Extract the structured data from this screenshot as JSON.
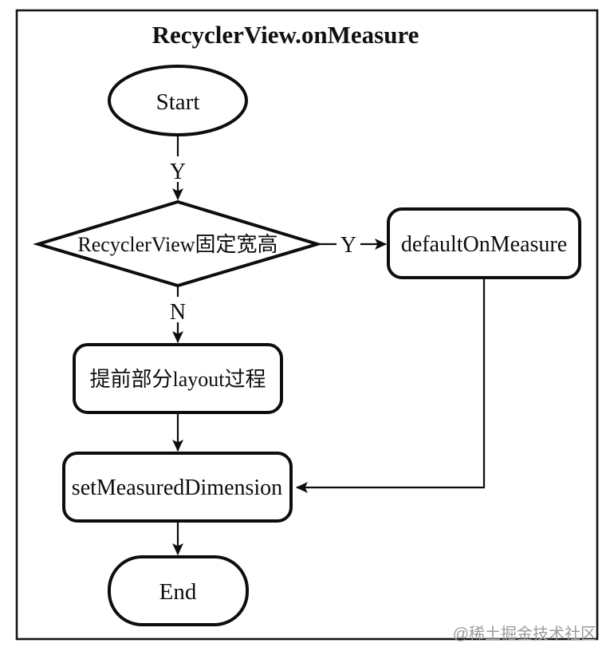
{
  "title": "RecyclerView.onMeasure",
  "nodes": {
    "start": "Start",
    "decision": "RecyclerView固定宽高",
    "default_on_measure": "defaultOnMeasure",
    "pre_layout": "提前部分layout过程",
    "set_measured_dimension": "setMeasuredDimension",
    "end": "End"
  },
  "edge_labels": {
    "start_to_decision": "Y",
    "decision_yes": "Y",
    "decision_no": "N"
  },
  "watermark": "@稀土掘金技术社区",
  "colors": {
    "stroke": "#0d0d0d",
    "background": "#ffffff",
    "watermark": "#9c9c9c"
  }
}
